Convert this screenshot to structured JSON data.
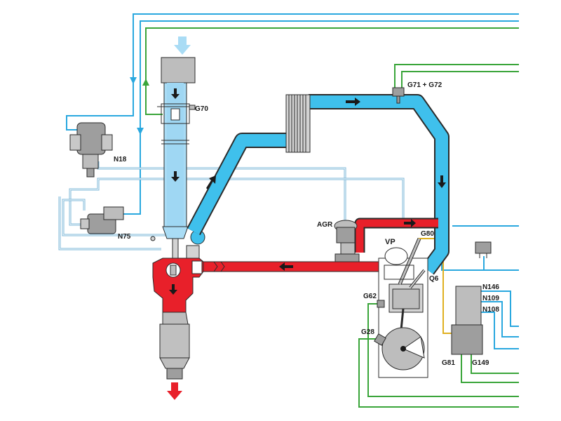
{
  "labels": {
    "g70": "G70",
    "g71_g72": "G71 + G72",
    "n18": "N18",
    "n75": "N75",
    "agr": "AGR",
    "vp": "VP",
    "g80": "G80",
    "q6": "Q6",
    "g62": "G62",
    "g28": "G28",
    "n146": "N146",
    "n109": "N109",
    "n108": "N108",
    "g81": "G81",
    "g149": "G149"
  },
  "colors": {
    "intake_air": "#3fc0ec",
    "intake_air_light": "#a9dcf5",
    "exhaust": "#e8202a",
    "signal_blue": "#2aa8df",
    "signal_green": "#3aa53a",
    "signal_yellow": "#e0b020",
    "component_grey": "#9e9e9e",
    "component_light": "#d3d3d3",
    "outline": "#2b2b2b"
  }
}
